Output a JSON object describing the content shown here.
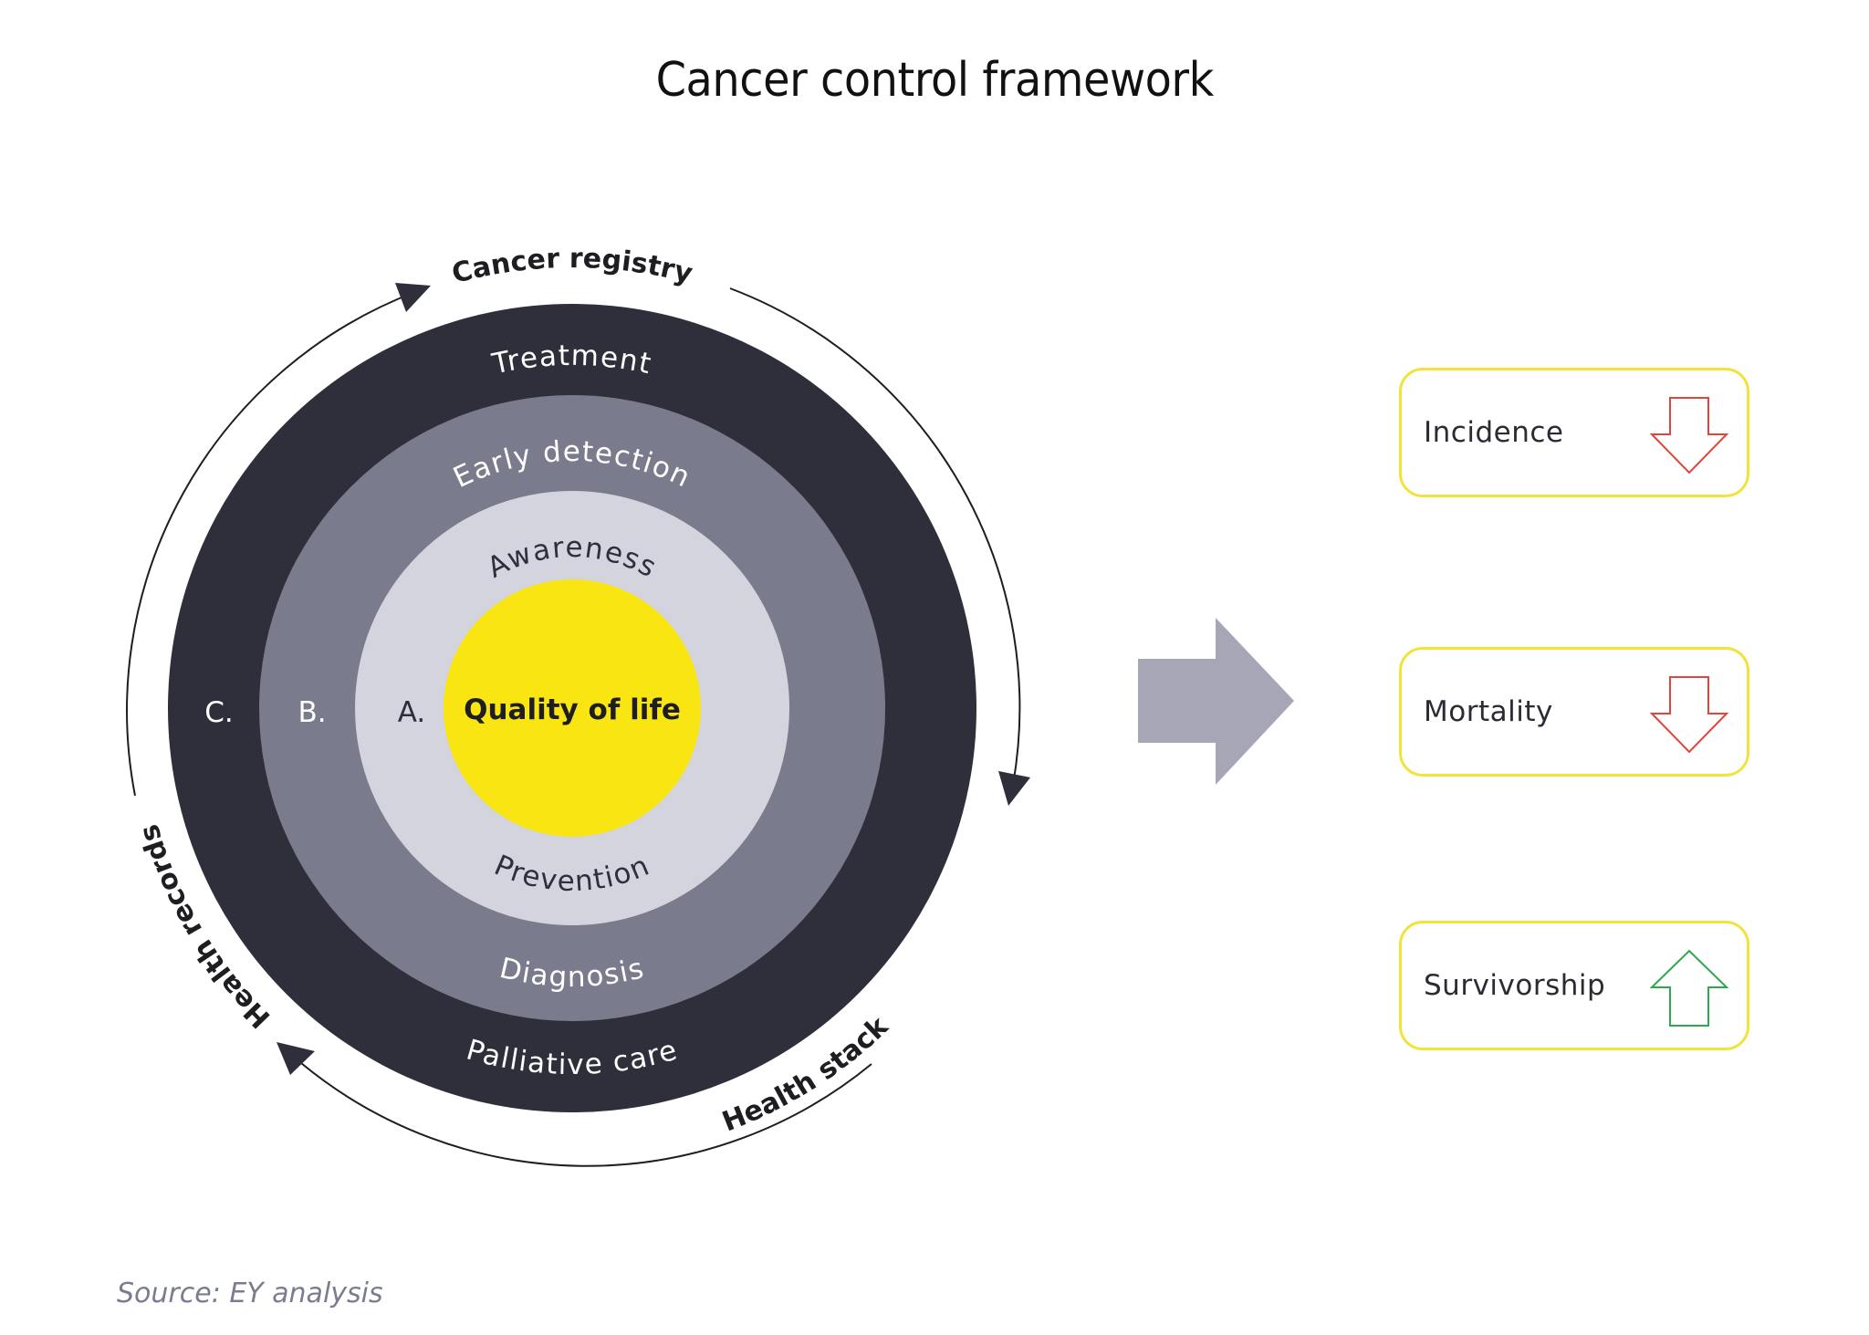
{
  "title": "Cancer control framework",
  "colors": {
    "ring_outer": "#2e2f3a",
    "ring_middle": "#7b7b8e",
    "ring_inner": "#d4d4de",
    "core": "#f8e511",
    "process_arrow": "#a7a6b6",
    "box_border": "#f2e33a",
    "down_arrow": "#e0443a",
    "up_arrow": "#2fa84f",
    "text_dark": "#1d1d22",
    "text_light": "#ffffff"
  },
  "core": {
    "label": "Quality of life"
  },
  "rings": [
    {
      "letter": "A.",
      "top_label": "Awareness",
      "bottom_label": "Prevention"
    },
    {
      "letter": "B.",
      "top_label": "Early detection",
      "bottom_label": "Diagnosis"
    },
    {
      "letter": "C.",
      "top_label": "Treatment",
      "bottom_label": "Palliative care"
    }
  ],
  "cycle": {
    "top": "Cancer registry",
    "right": "Health stack",
    "left": "Health records"
  },
  "outcomes": [
    {
      "label": "Incidence",
      "trend": "down",
      "icon": "arrow-down-outline-icon"
    },
    {
      "label": "Mortality",
      "trend": "down",
      "icon": "arrow-down-outline-icon"
    },
    {
      "label": "Survivorship",
      "trend": "up",
      "icon": "arrow-up-outline-icon"
    }
  ],
  "source": "Source: EY analysis"
}
